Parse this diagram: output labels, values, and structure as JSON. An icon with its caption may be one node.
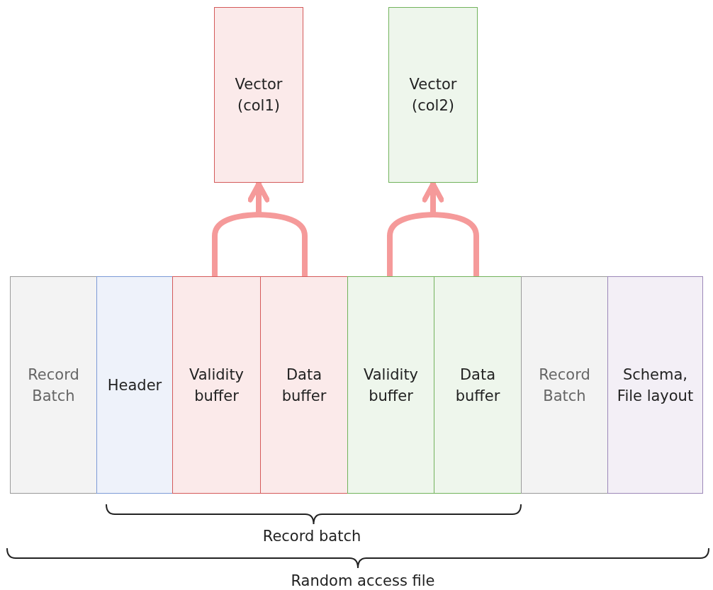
{
  "diagram": {
    "nodes": [
      {
        "text": [
          "Vector (col1)"
        ]
      },
      {
        "text": [
          "Vector (col2)"
        ]
      },
      {
        "text": [
          "Record Batch"
        ]
      },
      {
        "text": [
          "Header"
        ]
      },
      {
        "text": [
          "Validity buffer"
        ]
      },
      {
        "text": [
          "Data buffer"
        ]
      },
      {
        "text": [
          "Validity buffer"
        ]
      },
      {
        "text": [
          "Data buffer"
        ]
      },
      {
        "text": [
          "Record Batch"
        ]
      },
      {
        "text": [
          "Schema, File layout"
        ]
      }
    ],
    "edges": [
      {
        "from": 4,
        "to": 0,
        "arrow": "to"
      },
      {
        "from": 5,
        "to": 0,
        "arrow": "to"
      },
      {
        "from": 6,
        "to": 1,
        "arrow": "to"
      },
      {
        "from": 7,
        "to": 1,
        "arrow": "to"
      }
    ],
    "labels": [
      "Record batch",
      "Random access file"
    ]
  }
}
